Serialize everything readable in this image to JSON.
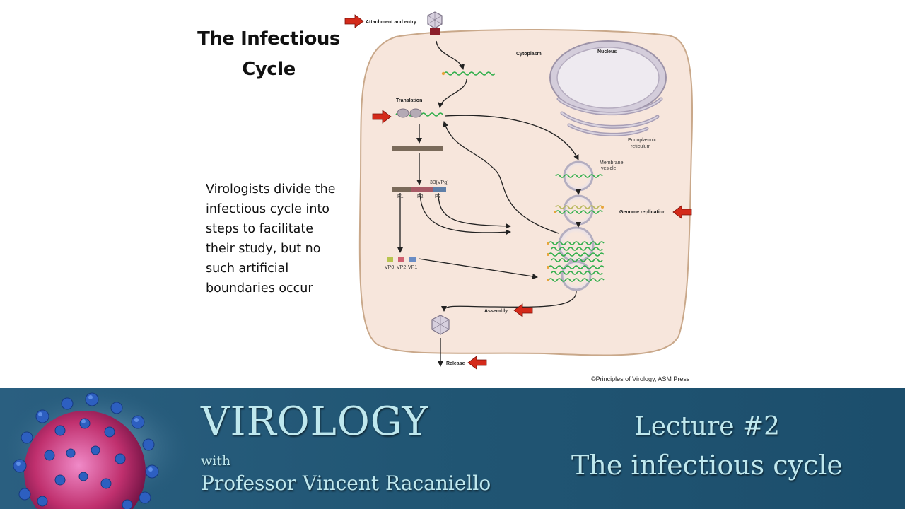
{
  "slide": {
    "title_line1": "The Infectious",
    "title_line2": "Cycle",
    "description_lines": [
      "Virologists divide the",
      "infectious cycle into",
      "steps to facilitate",
      "their study, but no",
      "such artificial",
      "boundaries occur"
    ]
  },
  "diagram": {
    "labels": {
      "attachment": "Attachment and entry",
      "cytoplasm": "Cytoplasm",
      "nucleus": "Nucleus",
      "translation": "Translation",
      "er_line1": "Endoplasmic",
      "er_line2": "reticulum",
      "vesicle_line1": "Membrane",
      "vesicle_line2": "vesicle",
      "vpg": "3B(VPg)",
      "p1": "P1",
      "p2": "P2",
      "p3": "P3",
      "vp0": "VP0",
      "vp2": "VP2",
      "vp1": "VP1",
      "genome_replication": "Genome replication",
      "assembly": "Assembly",
      "release": "Release"
    },
    "credit": "©Principles of Virology, ASM Press",
    "colors": {
      "cell_fill": "#f7e6dc",
      "cell_border": "#c9a88a",
      "rna": "#2fae4a",
      "arrow_red": "#d42a1a",
      "nucleus": "#ddd7e2",
      "polyprotein": "#7a6a5a"
    }
  },
  "footer": {
    "course_title": "VIROLOGY",
    "with": "with",
    "professor": "Professor Vincent Racaniello",
    "lecture_number": "Lecture #2",
    "lecture_topic": "The infectious cycle"
  }
}
